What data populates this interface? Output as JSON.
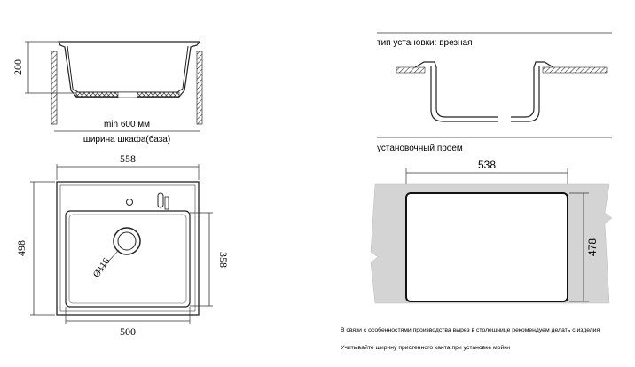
{
  "side_view": {
    "height_dim": "200",
    "min_width": "min 600 мм",
    "cabinet_label": "ширина шкафа(база)"
  },
  "top_view": {
    "width_dim": "558",
    "depth_dim": "498",
    "bowl_depth_dim": "358",
    "bowl_width_dim": "500",
    "drain_dim": "Ø116"
  },
  "install": {
    "type_label": "тип установки: врезная",
    "cutout_label": "установочный проем",
    "cutout_width": "538",
    "cutout_depth": "478",
    "note_1": "В связи с особенностями производства вырез в столешнице рекомендуем делать с изделия",
    "note_2": "Учитывайте ширину пристенного канта при установке мойки"
  }
}
